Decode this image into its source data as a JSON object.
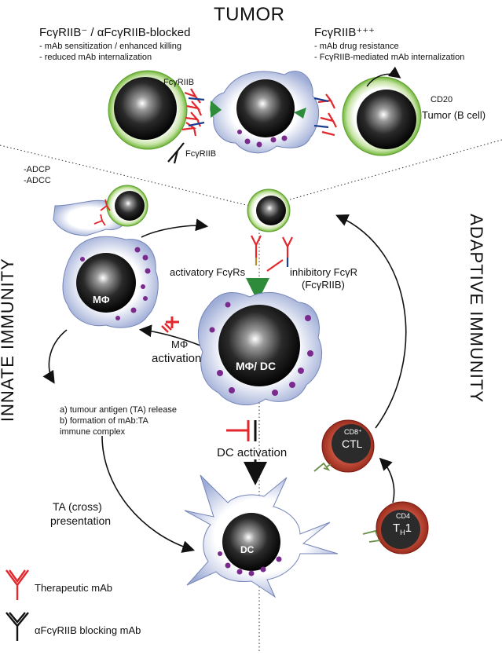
{
  "title": "TUMOR",
  "left_column": {
    "heading": "FcγRIIB⁻ / αFcγRIIB-blocked",
    "bullets": [
      "- mAb sensitization / enhanced killing",
      "- reduced mAb internalization"
    ]
  },
  "right_column": {
    "heading": "FcγRIIB⁺⁺⁺",
    "bullets": [
      "- mAb drug resistance",
      "- FcγRIIB-mediated mAb internalization"
    ]
  },
  "top_labels": {
    "fcgriib_1": "FcγRIIB",
    "fcgriib_2": "FcγRIIB",
    "cd20": "CD20",
    "tumor_cell": "Tumor (B cell)"
  },
  "innate": {
    "side_label": "INNATE IMMUNITY",
    "adcp": "-ADCP",
    "adcc": "-ADCC",
    "macrophage": "MΦ",
    "activation_1": "MΦ",
    "activation_2": "activation",
    "steps": [
      "a) tumour antigen (TA) release",
      "b) formation of mAb:TA",
      "immune complex"
    ],
    "presentation_1": "TA (cross)",
    "presentation_2": "presentation"
  },
  "center": {
    "activatory": "activatory FcγRs",
    "inhibitory_1": "inhibitory FcγR",
    "inhibitory_2": "(FcγRIIB)",
    "mphi_dc": "MΦ/ DC",
    "dc_activation": "DC activation",
    "dc": "DC"
  },
  "adaptive": {
    "side_label": "ADAPTIVE IMMUNITY",
    "ctl_super": "CD8⁺",
    "ctl": "CTL",
    "th_super": "CD4",
    "th": "T",
    "th_sub": "H",
    "th_num": "1"
  },
  "legend": {
    "therapeutic": "Therapeutic mAb",
    "blocking": "αFcγRIIB blocking mAb"
  },
  "colors": {
    "green_ring": "#7dc241",
    "red_antibody": "#e3272c",
    "blue_cell": "#c9d2ea",
    "purple_granule": "#7a2a8c",
    "t_cell": "#c0392b",
    "arrow_green": "#2e8b3a"
  }
}
